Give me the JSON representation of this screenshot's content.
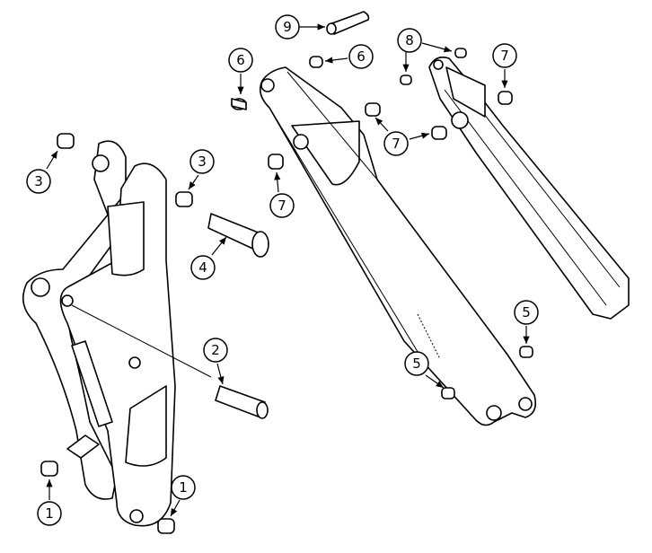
{
  "diagram": {
    "callouts": {
      "c9": "9",
      "c6a": "6",
      "c6b": "6",
      "c8": "8",
      "c7a": "7",
      "c7b": "7",
      "c7c": "7",
      "c3a": "3",
      "c3b": "3",
      "c4": "4",
      "c2": "2",
      "c5a": "5",
      "c5b": "5",
      "c1a": "1",
      "c1b": "1"
    }
  }
}
